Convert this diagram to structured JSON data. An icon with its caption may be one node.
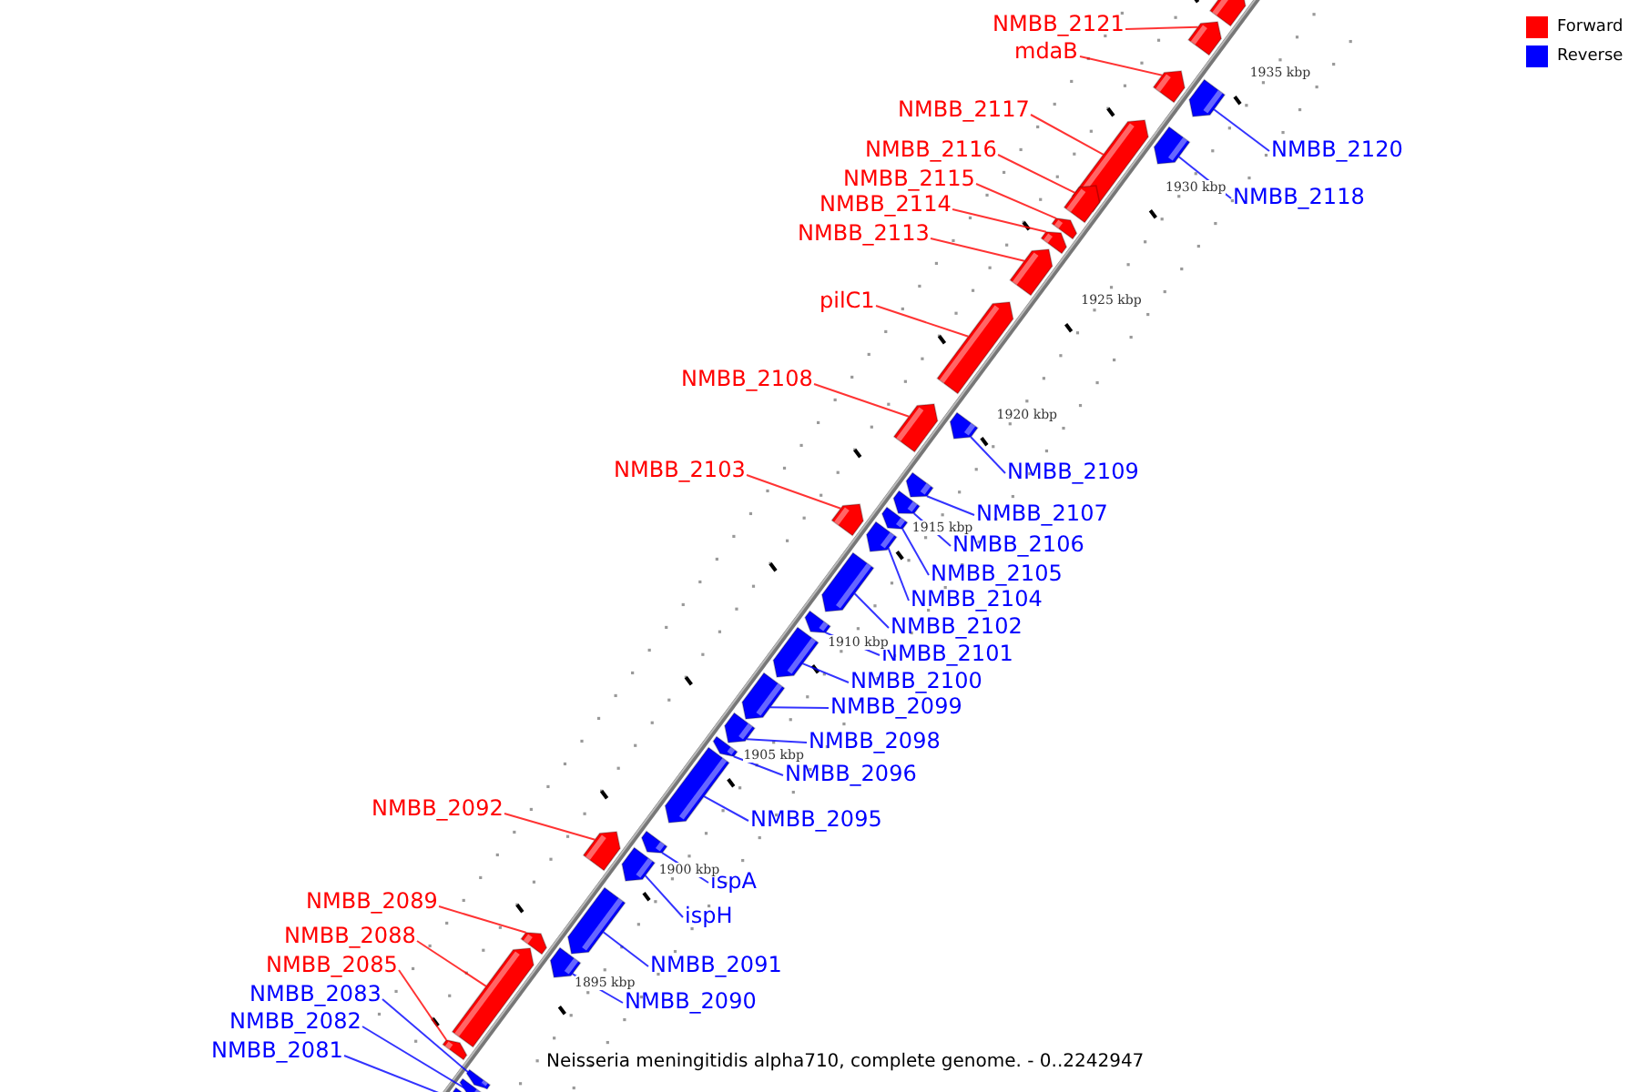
{
  "diagram": {
    "caption": "Neisseria meningitidis alpha710, complete genome. - 0..2242947",
    "nodes": [
      {
        "text": [
          "NMBB_2121"
        ]
      },
      {
        "text": [
          "mdaB"
        ]
      },
      {
        "text": [
          "NMBB_2117"
        ]
      },
      {
        "text": [
          "NMBB_2120"
        ]
      },
      {
        "text": [
          "NMBB_2116"
        ]
      },
      {
        "text": [
          "NMBB_2115"
        ]
      },
      {
        "text": [
          "NMBB_2118"
        ]
      },
      {
        "text": [
          "NMBB_2114"
        ]
      },
      {
        "text": [
          "NMBB_2113"
        ]
      },
      {
        "text": [
          "pilC1"
        ]
      },
      {
        "text": [
          "NMBB_2108"
        ]
      },
      {
        "text": [
          "NMBB_2109"
        ]
      },
      {
        "text": [
          "NMBB_2103"
        ]
      },
      {
        "text": [
          "NMBB_2107"
        ]
      },
      {
        "text": [
          "NMBB_2106"
        ]
      },
      {
        "text": [
          "NMBB_2105"
        ]
      },
      {
        "text": [
          "NMBB_2104"
        ]
      },
      {
        "text": [
          "NMBB_2102"
        ]
      },
      {
        "text": [
          "NMBB_2101"
        ]
      },
      {
        "text": [
          "NMBB_2100"
        ]
      },
      {
        "text": [
          "NMBB_2099"
        ]
      },
      {
        "text": [
          "NMBB_2098"
        ]
      },
      {
        "text": [
          "NMBB_2096"
        ]
      },
      {
        "text": [
          "NMBB_2092"
        ]
      },
      {
        "text": [
          "NMBB_2095"
        ]
      },
      {
        "text": [
          "lspA"
        ]
      },
      {
        "text": [
          "ispH"
        ]
      },
      {
        "text": [
          "NMBB_2089"
        ]
      },
      {
        "text": [
          "NMBB_2088"
        ]
      },
      {
        "text": [
          "NMBB_2091"
        ]
      },
      {
        "text": [
          "NMBB_2085"
        ]
      },
      {
        "text": [
          "NMBB_2083"
        ]
      },
      {
        "text": [
          "NMBB_2090"
        ]
      },
      {
        "text": [
          "NMBB_2082"
        ]
      },
      {
        "text": [
          "NMBB_2081"
        ]
      },
      {
        "text": [],
        "shape": "bar"
      },
      {
        "text": [],
        "shape": "bar"
      },
      {
        "text": [],
        "shape": "bar"
      },
      {
        "text": [],
        "shape": "bar"
      },
      {
        "text": [],
        "shape": "bar"
      },
      {
        "text": [],
        "shape": "bar"
      },
      {
        "text": [],
        "shape": "bar"
      },
      {
        "text": [],
        "shape": "bar"
      },
      {
        "text": [],
        "shape": "bar"
      },
      {
        "text": [],
        "shape": "bar"
      },
      {
        "text": [],
        "shape": "bar"
      },
      {
        "text": [],
        "shape": "bar"
      },
      {
        "text": [],
        "shape": "bar"
      },
      {
        "text": [],
        "shape": "bar"
      },
      {
        "text": [],
        "shape": "bar"
      },
      {
        "text": [],
        "shape": "bar"
      },
      {
        "text": [],
        "shape": "bar"
      },
      {
        "text": [],
        "shape": "bar"
      },
      {
        "text": [],
        "shape": "bar"
      },
      {
        "text": [],
        "shape": "bar"
      },
      {
        "text": [],
        "shape": "bar"
      },
      {
        "text": [],
        "shape": "bar"
      },
      {
        "text": [],
        "shape": "bar"
      },
      {
        "text": [],
        "shape": "bar"
      },
      {
        "text": [],
        "shape": "bar"
      },
      {
        "text": [],
        "shape": "bar"
      },
      {
        "text": [],
        "shape": "bar"
      },
      {
        "text": [],
        "shape": "bar"
      },
      {
        "text": [],
        "shape": "bar"
      },
      {
        "text": [],
        "shape": "bar"
      },
      {
        "text": [],
        "shape": "bar"
      },
      {
        "text": [],
        "shape": "bar"
      },
      {
        "text": [],
        "shape": "bar"
      },
      {
        "text": [],
        "shape": "bar"
      },
      {
        "text": [],
        "shape": "bar"
      },
      {
        "text": [],
        "shape": "bar"
      }
    ],
    "edges": [
      {
        "from": 0,
        "to": 36,
        "arrow": "none",
        "color": "#ff0000"
      },
      {
        "from": 1,
        "to": 37,
        "arrow": "none",
        "color": "#ff0000"
      },
      {
        "from": 2,
        "to": 38,
        "arrow": "none",
        "color": "#ff0000"
      },
      {
        "from": 3,
        "to": 39,
        "arrow": "none"
      },
      {
        "from": 4,
        "to": 40,
        "arrow": "none",
        "color": "#ff0000"
      },
      {
        "from": 5,
        "to": 41,
        "arrow": "none",
        "color": "#ff0000"
      },
      {
        "from": 6,
        "to": 42,
        "arrow": "none"
      },
      {
        "from": 7,
        "to": 43,
        "arrow": "none",
        "color": "#ff0000"
      },
      {
        "from": 8,
        "to": 44,
        "arrow": "none",
        "color": "#ff0000"
      },
      {
        "from": 9,
        "to": 45,
        "arrow": "none",
        "color": "#ff0000"
      },
      {
        "from": 10,
        "to": 46,
        "arrow": "none",
        "color": "#ff0000"
      },
      {
        "from": 11,
        "to": 47,
        "arrow": "none"
      },
      {
        "from": 12,
        "to": 48,
        "arrow": "none",
        "color": "#ff0000"
      },
      {
        "from": 13,
        "to": 49,
        "arrow": "none"
      },
      {
        "from": 14,
        "to": 50,
        "arrow": "none"
      },
      {
        "from": 15,
        "to": 51,
        "arrow": "none"
      },
      {
        "from": 16,
        "to": 52,
        "arrow": "none"
      },
      {
        "from": 17,
        "to": 53,
        "arrow": "none"
      },
      {
        "from": 18,
        "to": 54,
        "arrow": "none"
      },
      {
        "from": 19,
        "to": 55,
        "arrow": "none"
      },
      {
        "from": 20,
        "to": 56,
        "arrow": "none"
      },
      {
        "from": 21,
        "to": 57,
        "arrow": "none"
      },
      {
        "from": 22,
        "to": 58,
        "arrow": "none"
      },
      {
        "from": 23,
        "to": 59,
        "arrow": "none",
        "color": "#ff0000"
      },
      {
        "from": 24,
        "to": 60,
        "arrow": "none"
      },
      {
        "from": 25,
        "to": 61,
        "arrow": "none"
      },
      {
        "from": 26,
        "to": 62,
        "arrow": "none"
      },
      {
        "from": 27,
        "to": 63,
        "arrow": "none",
        "color": "#ff0000"
      },
      {
        "from": 28,
        "to": 64,
        "arrow": "none",
        "color": "#ff0000"
      },
      {
        "from": 29,
        "to": 65,
        "arrow": "none"
      },
      {
        "from": 30,
        "to": 66,
        "arrow": "none",
        "color": "#ff0000"
      },
      {
        "from": 31,
        "to": 67,
        "arrow": "none"
      },
      {
        "from": 32,
        "to": 68,
        "arrow": "none"
      },
      {
        "from": 33,
        "to": 69,
        "arrow": "none"
      },
      {
        "from": 34,
        "to": 70,
        "arrow": "none"
      }
    ],
    "labels": [
      "1935 kbp",
      "1930 kbp",
      "1925 kbp",
      "1920 kbp",
      "1915 kbp",
      "1910 kbp",
      "1905 kbp",
      "1900 kbp",
      "1895 kbp"
    ],
    "legend": [
      {
        "text": "Forward",
        "color": "#ff0000"
      },
      {
        "text": "Reverse",
        "color": "#0000ff"
      }
    ]
  }
}
